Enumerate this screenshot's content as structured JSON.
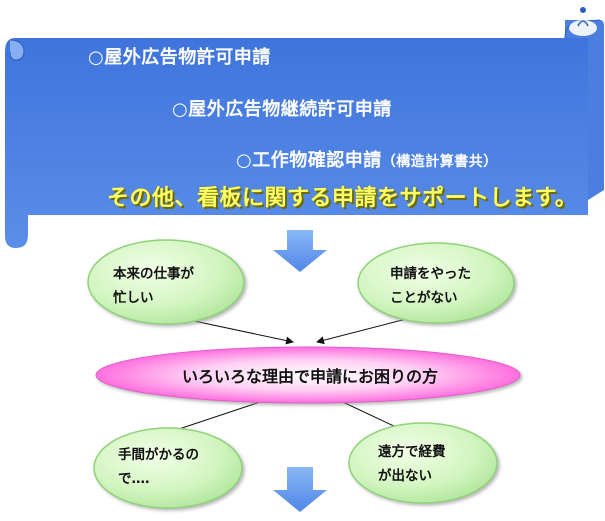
{
  "banner": {
    "applications": [
      "○屋外広告物許可申請",
      "○屋外広告物継続許可申請",
      "○工作物確認申請",
      "（構造計算書共）"
    ],
    "tagline": "その他、看板に関する申請をサポートします。"
  },
  "reasons": [
    {
      "line1": "本来の仕事が",
      "line2": "忙しい"
    },
    {
      "line1": "申請をやった",
      "line2": "ことがない"
    },
    {
      "line1": "手間がかるの",
      "line2": "で‥‥"
    },
    {
      "line1": "遠方で経費",
      "line2": "が出ない"
    }
  ],
  "center": {
    "label": "いろいろな理由で申請にお困りの方"
  },
  "colors": {
    "banner_blue": "#4a7fe0",
    "bubble_green": "#d2f5c0",
    "ellipse_pink": "#ff66dd",
    "tagline_yellow": "#ffff66",
    "arrow_blue": "#6aa0ee"
  }
}
